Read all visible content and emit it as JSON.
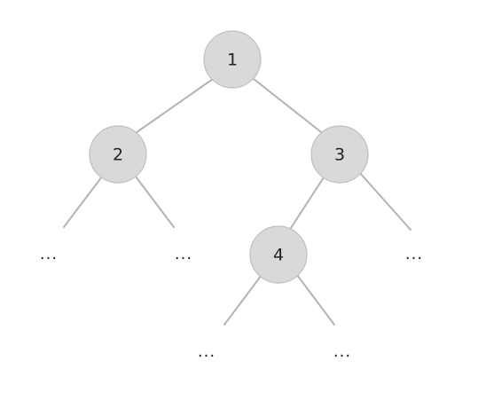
{
  "tree": {
    "nodes": [
      {
        "id": "n1",
        "label": "1"
      },
      {
        "id": "n2",
        "label": "2"
      },
      {
        "id": "n3",
        "label": "3"
      },
      {
        "id": "n4",
        "label": "4"
      }
    ],
    "edges": [
      {
        "from": "n1",
        "to": "n2"
      },
      {
        "from": "n1",
        "to": "n3"
      },
      {
        "from": "n2",
        "to": "e1"
      },
      {
        "from": "n2",
        "to": "e2"
      },
      {
        "from": "n3",
        "to": "n4"
      },
      {
        "from": "n3",
        "to": "e3"
      },
      {
        "from": "n4",
        "to": "e4"
      },
      {
        "from": "n4",
        "to": "e5"
      }
    ],
    "continuations": [
      {
        "id": "e1",
        "text": "..."
      },
      {
        "id": "e2",
        "text": "..."
      },
      {
        "id": "e3",
        "text": "..."
      },
      {
        "id": "e4",
        "text": "..."
      },
      {
        "id": "e5",
        "text": "..."
      }
    ],
    "colors": {
      "node_fill": "#d9d9d9",
      "node_stroke": "#bfbfbf",
      "edge": "#b3b3b3",
      "text": "#222222"
    }
  }
}
